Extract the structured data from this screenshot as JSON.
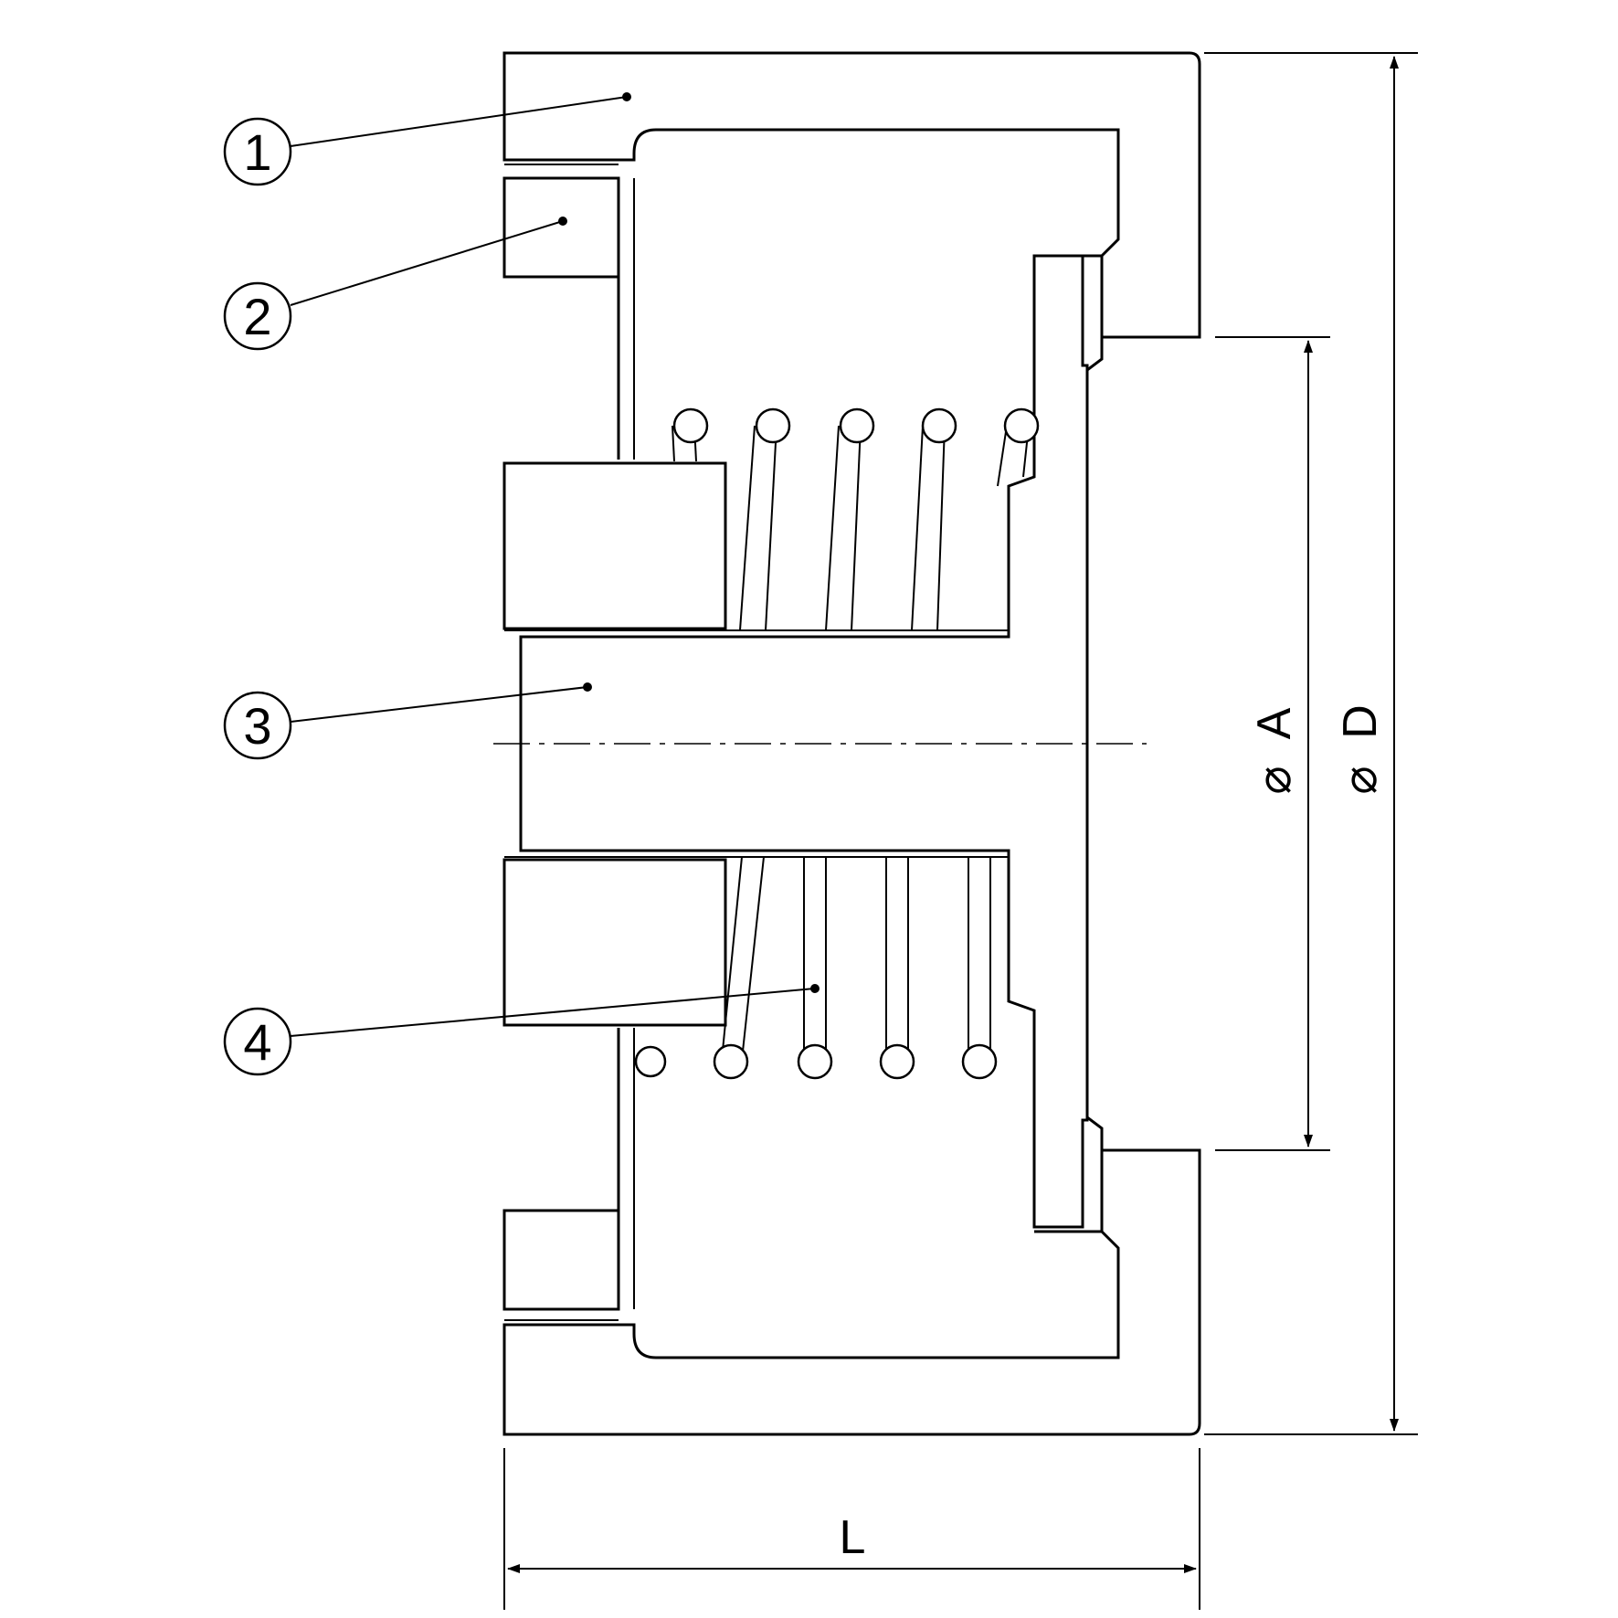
{
  "parts": [
    {
      "number": "1"
    },
    {
      "number": "2"
    },
    {
      "number": "3"
    },
    {
      "number": "4"
    }
  ],
  "dimensions": {
    "inner_diameter": "A",
    "outer_diameter": "D",
    "length": "L",
    "diameter_symbol": "⌀"
  }
}
